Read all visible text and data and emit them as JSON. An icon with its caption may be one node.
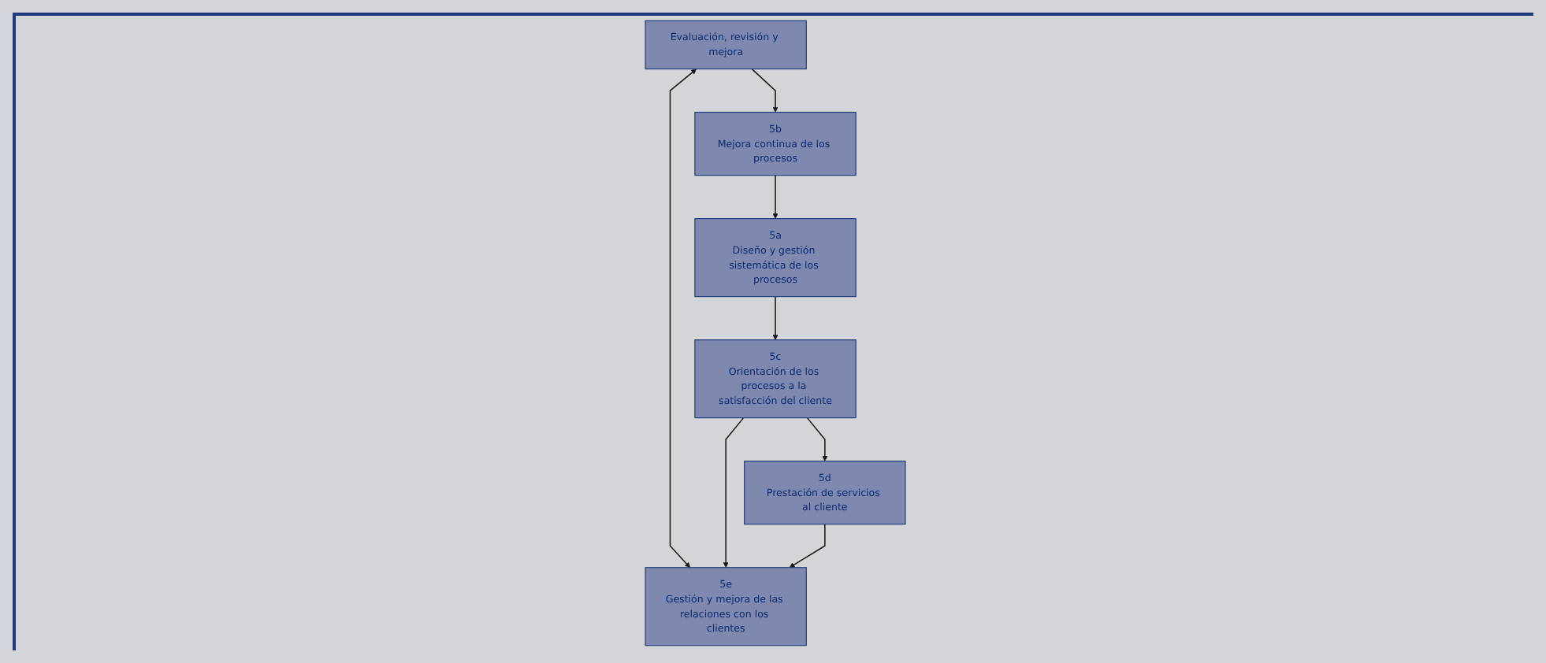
{
  "diagram": {
    "nodes": [
      {
        "text": [
          "5b",
          "Mejora continua de los procesos"
        ]
      },
      {
        "text": [
          "5a",
          "Diseño y gestión sistemática de los procesos"
        ]
      },
      {
        "text": [
          "Evaluación, revisión y mejora"
        ]
      },
      {
        "text": [
          "5c",
          "Orientación de los procesos a la satisfacción del cliente"
        ]
      },
      {
        "text": [
          "5e",
          "Gestión y mejora de las relaciones con los clientes"
        ]
      },
      {
        "text": [
          "5d",
          "Prestación de servicios al cliente"
        ]
      }
    ],
    "edges": [
      {
        "from": 0,
        "to": 1,
        "arrow": "to"
      },
      {
        "from": 1,
        "to": 3,
        "arrow": "to"
      },
      {
        "from": 2,
        "to": 0,
        "arrow": "to"
      },
      {
        "from": 2,
        "to": 4,
        "arrow": "both"
      },
      {
        "from": 3,
        "to": 5,
        "arrow": "to"
      },
      {
        "from": 3,
        "to": 4,
        "arrow": "to"
      },
      {
        "from": 5,
        "to": 4,
        "arrow": "to"
      }
    ]
  }
}
